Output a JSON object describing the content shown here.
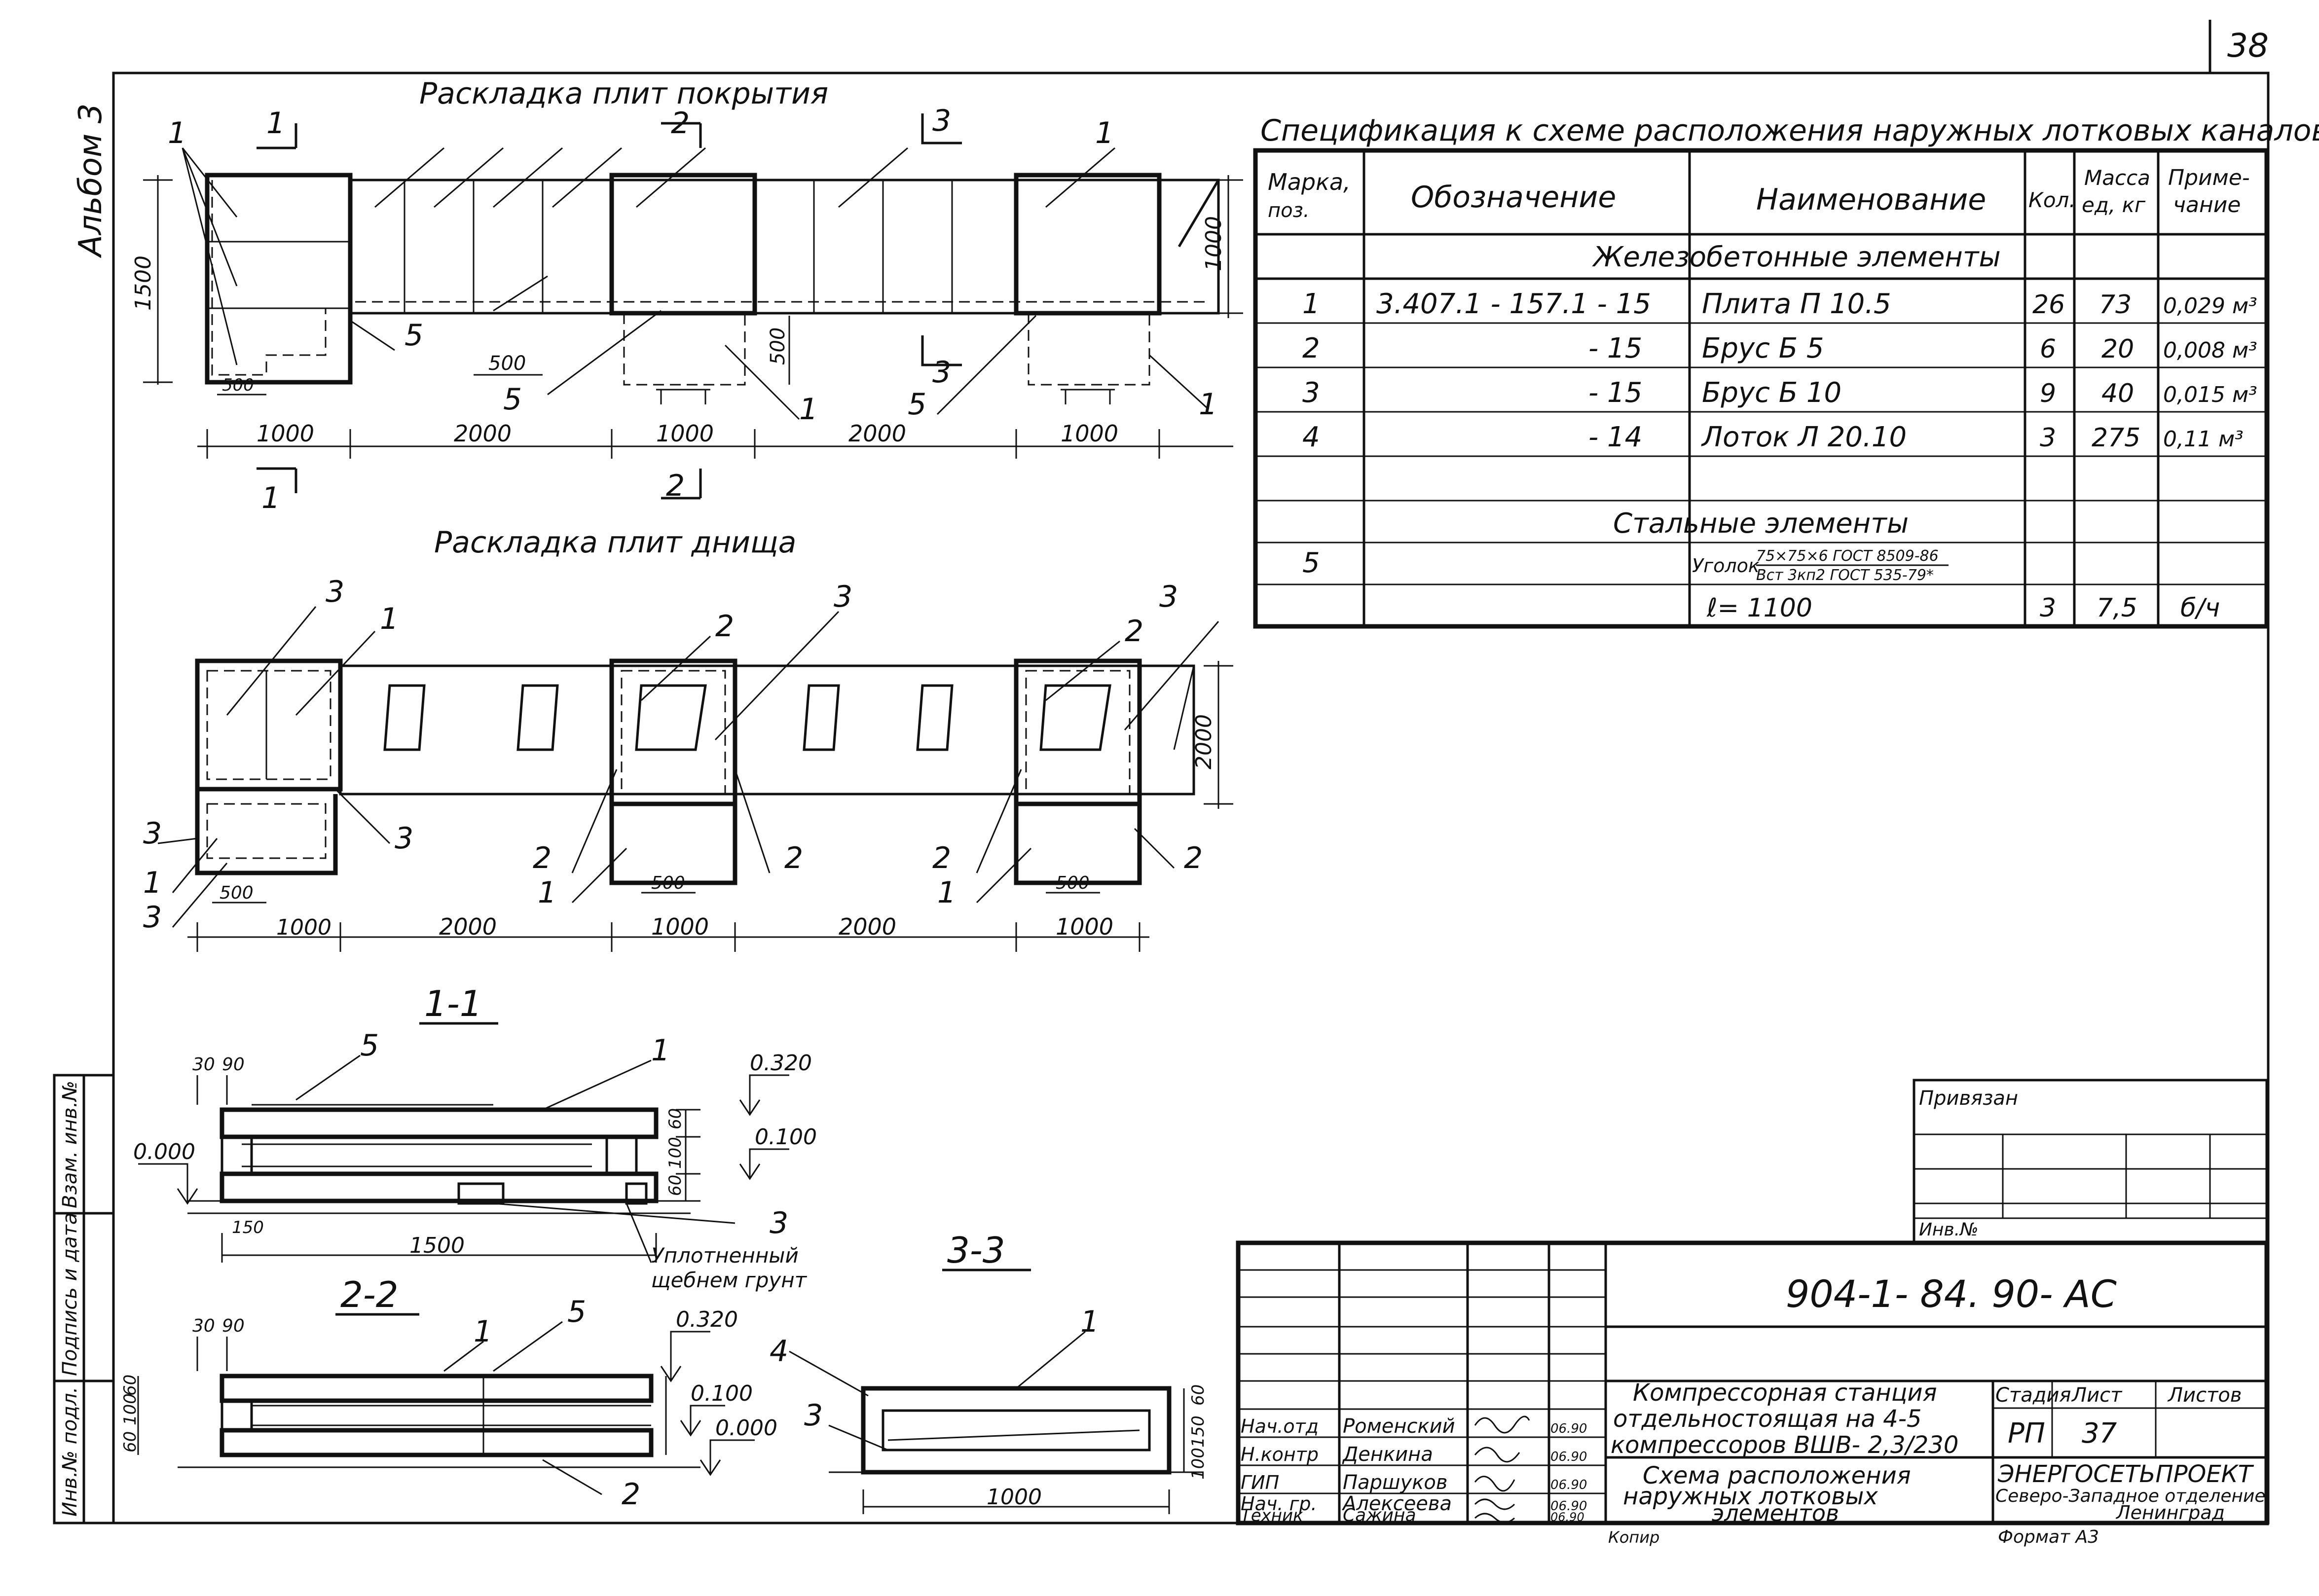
{
  "sheet": {
    "page_number": "38",
    "album_label": "Альбом 3"
  },
  "plan_top": {
    "title": "Раскладка  плит  покрытия",
    "dims": [
      "1000",
      "2000",
      "1000",
      "2000",
      "1000"
    ],
    "dim_500_a": "500",
    "dim_500_b": "500",
    "dim_500_c": "500",
    "dim_1000_v": "1000",
    "dim_1500_v": "1500",
    "section_marks": [
      "1",
      "2",
      "3"
    ],
    "callouts": [
      "1",
      "2",
      "3",
      "1",
      "5",
      "5",
      "1",
      "5",
      "1",
      "1"
    ]
  },
  "plan_bottom": {
    "title": "Раскладка  плит  днища",
    "dims": [
      "1000",
      "2000",
      "1000",
      "2000",
      "1000"
    ],
    "dim_500_a": "500",
    "dim_500_b": "500",
    "dim_500_c": "500",
    "dim_2000_v": "2000",
    "callouts": [
      "3",
      "1",
      "2",
      "3",
      "3",
      "2",
      "3",
      "3",
      "1",
      "3",
      "2",
      "1",
      "2",
      "2",
      "1",
      "2"
    ]
  },
  "sections": {
    "s11": {
      "title": "1-1",
      "dim_1500": "1500",
      "elev_top": "0.320",
      "elev_mid": "0.100",
      "elev_zero": "0.000",
      "dims_v": [
        "60",
        "100",
        "60"
      ],
      "dims_h": [
        "30",
        "90"
      ],
      "dim_150": "150",
      "callout_5": "5",
      "callout_1": "1",
      "callout_3": "3",
      "soil_note_1": "Уплотненный",
      "soil_note_2": "щебнем грунт"
    },
    "s22": {
      "title": "2-2",
      "elev_top": "0.320",
      "elev_mid": "0.100",
      "elev_zero": "0.000",
      "dims_v": [
        "60",
        "100",
        "60"
      ],
      "dims_h": [
        "30",
        "90"
      ],
      "callout_1": "1",
      "callout_5": "5",
      "callout_2": "2"
    },
    "s33": {
      "title": "3-3",
      "dim_1000": "1000",
      "dims_v": [
        "60",
        "150",
        "100"
      ],
      "callout_1": "1",
      "callout_3": "3",
      "callout_4": "4"
    }
  },
  "spec": {
    "title": "Спецификация  к схеме расположения наружных  лотковых каналов",
    "headers": [
      "Марка, поз.",
      "Обозначение",
      "Наименование",
      "Кол.",
      "Масса ед, кг",
      "Приме-чание"
    ],
    "group_concrete": "Железобетонные   элементы",
    "group_steel": "Стальные   элементы",
    "rows": [
      [
        "1",
        "3.407.1 - 157.1 - 15",
        "Плита  П 10.5",
        "26",
        "73",
        "0,029 м³"
      ],
      [
        "2",
        "- 15",
        "Брус  Б 5",
        "6",
        "20",
        "0,008 м³"
      ],
      [
        "3",
        "- 15",
        "Брус  Б 10",
        "9",
        "40",
        "0,015 м³"
      ],
      [
        "4",
        "- 14",
        "Лоток  Л 20.10",
        "3",
        "275",
        "0,11 м³"
      ],
      [
        "",
        "",
        "",
        "",
        "",
        ""
      ]
    ],
    "steel_row": {
      "pos": "5",
      "name_prefix": "Уголок",
      "name_top": "75×75×6 ГОСТ 8509-86",
      "name_bottom": "Вст 3кп2 ГОСТ 535-79*",
      "length": "ℓ= 1100",
      "qty": "3",
      "mass": "7,5",
      "note": "б/ч"
    }
  },
  "stamp": {
    "privyazan": "Привязан",
    "inv_no": "Инв.№",
    "code": "904-1- 84. 90- АС",
    "project_lines": [
      "Компрессорная  станция",
      "отдельностоящая  на 4-5",
      "компрессоров  ВШВ- 2,3/230"
    ],
    "sheet_lines": [
      "Схема  расположения",
      "наружных   лотковых",
      "элементов"
    ],
    "stage_label": "Стадия",
    "sheet_label": "Лист",
    "sheets_label": "Листов",
    "stage": "РП",
    "sheet": "37",
    "org_1": "ЭНЕРГОСЕТЬПРОЕКТ",
    "org_2": "Северо-Западное отделение",
    "org_3": "Ленинград",
    "kopir": "Копир",
    "format": "Формат  А3",
    "people": [
      {
        "role": "Нач.отд",
        "name": "Роменский",
        "date": "06.90"
      },
      {
        "role": "Н.контр",
        "name": "Денкина",
        "date": "06.90"
      },
      {
        "role": "ГИП",
        "name": "Паршуков",
        "date": "06.90"
      },
      {
        "role": "Нач. гр.",
        "name": "Алексеева",
        "date": "06.90"
      },
      {
        "role": "Техник",
        "name": "Сажина",
        "date": "06.90"
      }
    ]
  },
  "side": {
    "inv_podl": "Инв.№ подл.",
    "podpis": "Подпись и дата",
    "vzam": "Взам. инв.№"
  }
}
